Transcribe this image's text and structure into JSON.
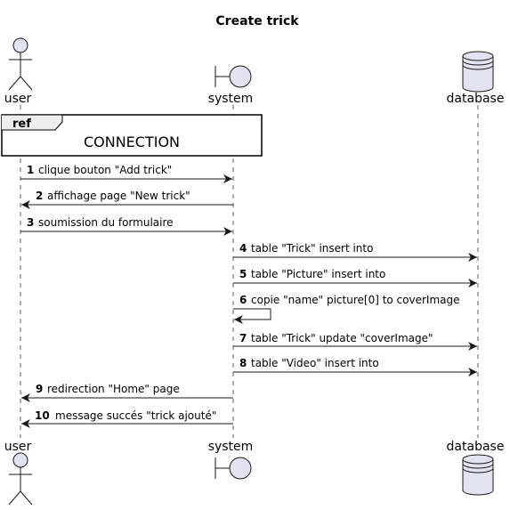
{
  "diagram": {
    "title": "Create trick",
    "participants": [
      {
        "id": "user",
        "label": "user",
        "kind": "actor"
      },
      {
        "id": "system",
        "label": "system",
        "kind": "boundary"
      },
      {
        "id": "database",
        "label": "database",
        "kind": "database"
      }
    ],
    "ref": {
      "keyword": "ref",
      "text": "CONNECTION"
    },
    "messages": [
      {
        "num": "1",
        "text": "clique bouton \"Add trick\"",
        "from": "user",
        "to": "system"
      },
      {
        "num": "2",
        "text": "affichage page \"New trick\"",
        "from": "system",
        "to": "user"
      },
      {
        "num": "3",
        "text": "soumission du formulaire",
        "from": "user",
        "to": "system"
      },
      {
        "num": "4",
        "text": "table \"Trick\" insert into",
        "from": "system",
        "to": "database"
      },
      {
        "num": "5",
        "text": "table \"Picture\" insert into",
        "from": "system",
        "to": "database"
      },
      {
        "num": "6",
        "text": "copie \"name\" picture[0] to coverImage",
        "from": "system",
        "to": "system"
      },
      {
        "num": "7",
        "text": "table \"Trick\" update \"coverImage\"",
        "from": "system",
        "to": "database"
      },
      {
        "num": "8",
        "text": "table \"Video\" insert into",
        "from": "system",
        "to": "database"
      },
      {
        "num": "9",
        "text": "redirection \"Home\" page",
        "from": "system",
        "to": "user"
      },
      {
        "num": "10",
        "text": "message succés \"trick ajouté\"",
        "from": "system",
        "to": "user"
      }
    ]
  },
  "colors": {
    "participant_fill": "#e2e2f0",
    "line": "#181818",
    "lifeline": "#181818",
    "ref_border": "#000000"
  }
}
